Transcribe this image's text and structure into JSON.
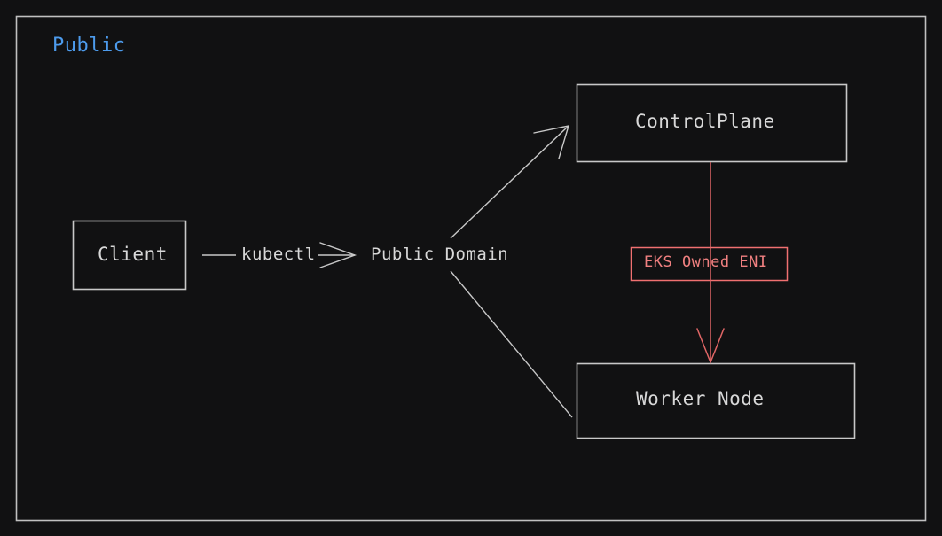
{
  "diagram": {
    "group": {
      "title": "Public",
      "color": "#4d9bec"
    },
    "colors": {
      "background": "#111112",
      "stroke": "#c8c8c8",
      "text": "#d8d8d8",
      "accent_red": "#f08080",
      "group_label": "#4d9bec"
    },
    "nodes": [
      {
        "id": "client",
        "label": "Client",
        "shape": "box"
      },
      {
        "id": "public-domain",
        "label": "Public Domain",
        "shape": "text"
      },
      {
        "id": "controlplane",
        "label": "ControlPlane",
        "shape": "box"
      },
      {
        "id": "worker-node",
        "label": "Worker Node",
        "shape": "box"
      },
      {
        "id": "eks-owned-eni",
        "label": "EKS Owned ENI",
        "shape": "box-red"
      }
    ],
    "edges": [
      {
        "id": "client-to-public-domain",
        "label": "kubectl",
        "from": "client",
        "to": "public-domain",
        "arrow": true,
        "color": "#c8c8c8"
      },
      {
        "id": "public-domain-to-controlplane",
        "label": "",
        "from": "public-domain",
        "to": "controlplane",
        "arrow": true,
        "color": "#c8c8c8"
      },
      {
        "id": "public-domain-to-worker-node",
        "label": "",
        "from": "public-domain",
        "to": "worker-node",
        "arrow": false,
        "color": "#c8c8c8"
      },
      {
        "id": "controlplane-to-worker-node",
        "label": "",
        "from": "controlplane",
        "to": "worker-node",
        "arrow": true,
        "color": "#f08080"
      }
    ]
  }
}
